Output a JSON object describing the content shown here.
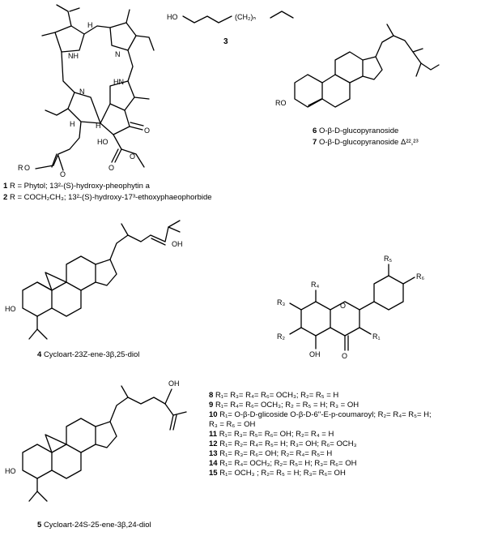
{
  "compounds": {
    "c1": {
      "id": "1",
      "caption": "R = Phytol; 13²-(S)-hydroxy-pheophytin a"
    },
    "c2": {
      "id": "2",
      "caption": "R = COCH₂CH₃; 13²-(S)-hydroxy-17³-ethoxyphaeophorbide"
    },
    "c3": {
      "id": "3"
    },
    "c4": {
      "id": "4",
      "caption": "Cycloart-23Z-ene-3β,25-diol"
    },
    "c5": {
      "id": "5",
      "caption": "Cycloart-24S-25-ene-3β,24-diol"
    },
    "c6": {
      "id": "6",
      "caption": "O-β-D-glucopyranoside"
    },
    "c7": {
      "id": "7",
      "caption": "O-β-D-glucopyranoside Δ²²,²³"
    }
  },
  "flavonoids": [
    {
      "id": "8",
      "text": "R₁= R₃= R₄= R₆= OCH₃; R₂= R₅ = H"
    },
    {
      "id": "9",
      "text": "R₁= R₄= R₆= OCH₃; R₂ = R₅ = H; R₃ = OH"
    },
    {
      "id": "10",
      "text": "R₁= O-β-D-glicoside O-β-D-6''-E-p-coumaroyl; R₂= R₄= R₅= H;"
    },
    {
      "id": "",
      "text": "R₃ = R₆ = OH"
    },
    {
      "id": "11",
      "text": "R₁= R₃= R₅= R₆= OH; R₂= R₄ = H"
    },
    {
      "id": "12",
      "text": "R₁= R₂= R₄= R₅= H; R₃= OH; R₆= OCH₃"
    },
    {
      "id": "13",
      "text": "R₁= R₃= R₆= OH; R₂= R₄= R₅= H"
    },
    {
      "id": "14",
      "text": "R₁= R₄= OCH₃; R₂= R₅= H; R₃= R₆= OH"
    },
    {
      "id": "15",
      "text": "R₁= OCH₃ ; R₂= R₅ = H; R₃= R₆= OH"
    }
  ],
  "atoms": {
    "nh": "NH",
    "n": "N",
    "hn": "HN",
    "h": "H",
    "ho": "HO",
    "oh": "OH",
    "o": "O",
    "r": "R",
    "ro": "RO",
    "ch2n": "(CH₂)ₙ",
    "r1": "R₁",
    "r2": "R₂",
    "r3": "R₃",
    "r4": "R₄",
    "r5": "R₅",
    "r6": "R₆"
  }
}
